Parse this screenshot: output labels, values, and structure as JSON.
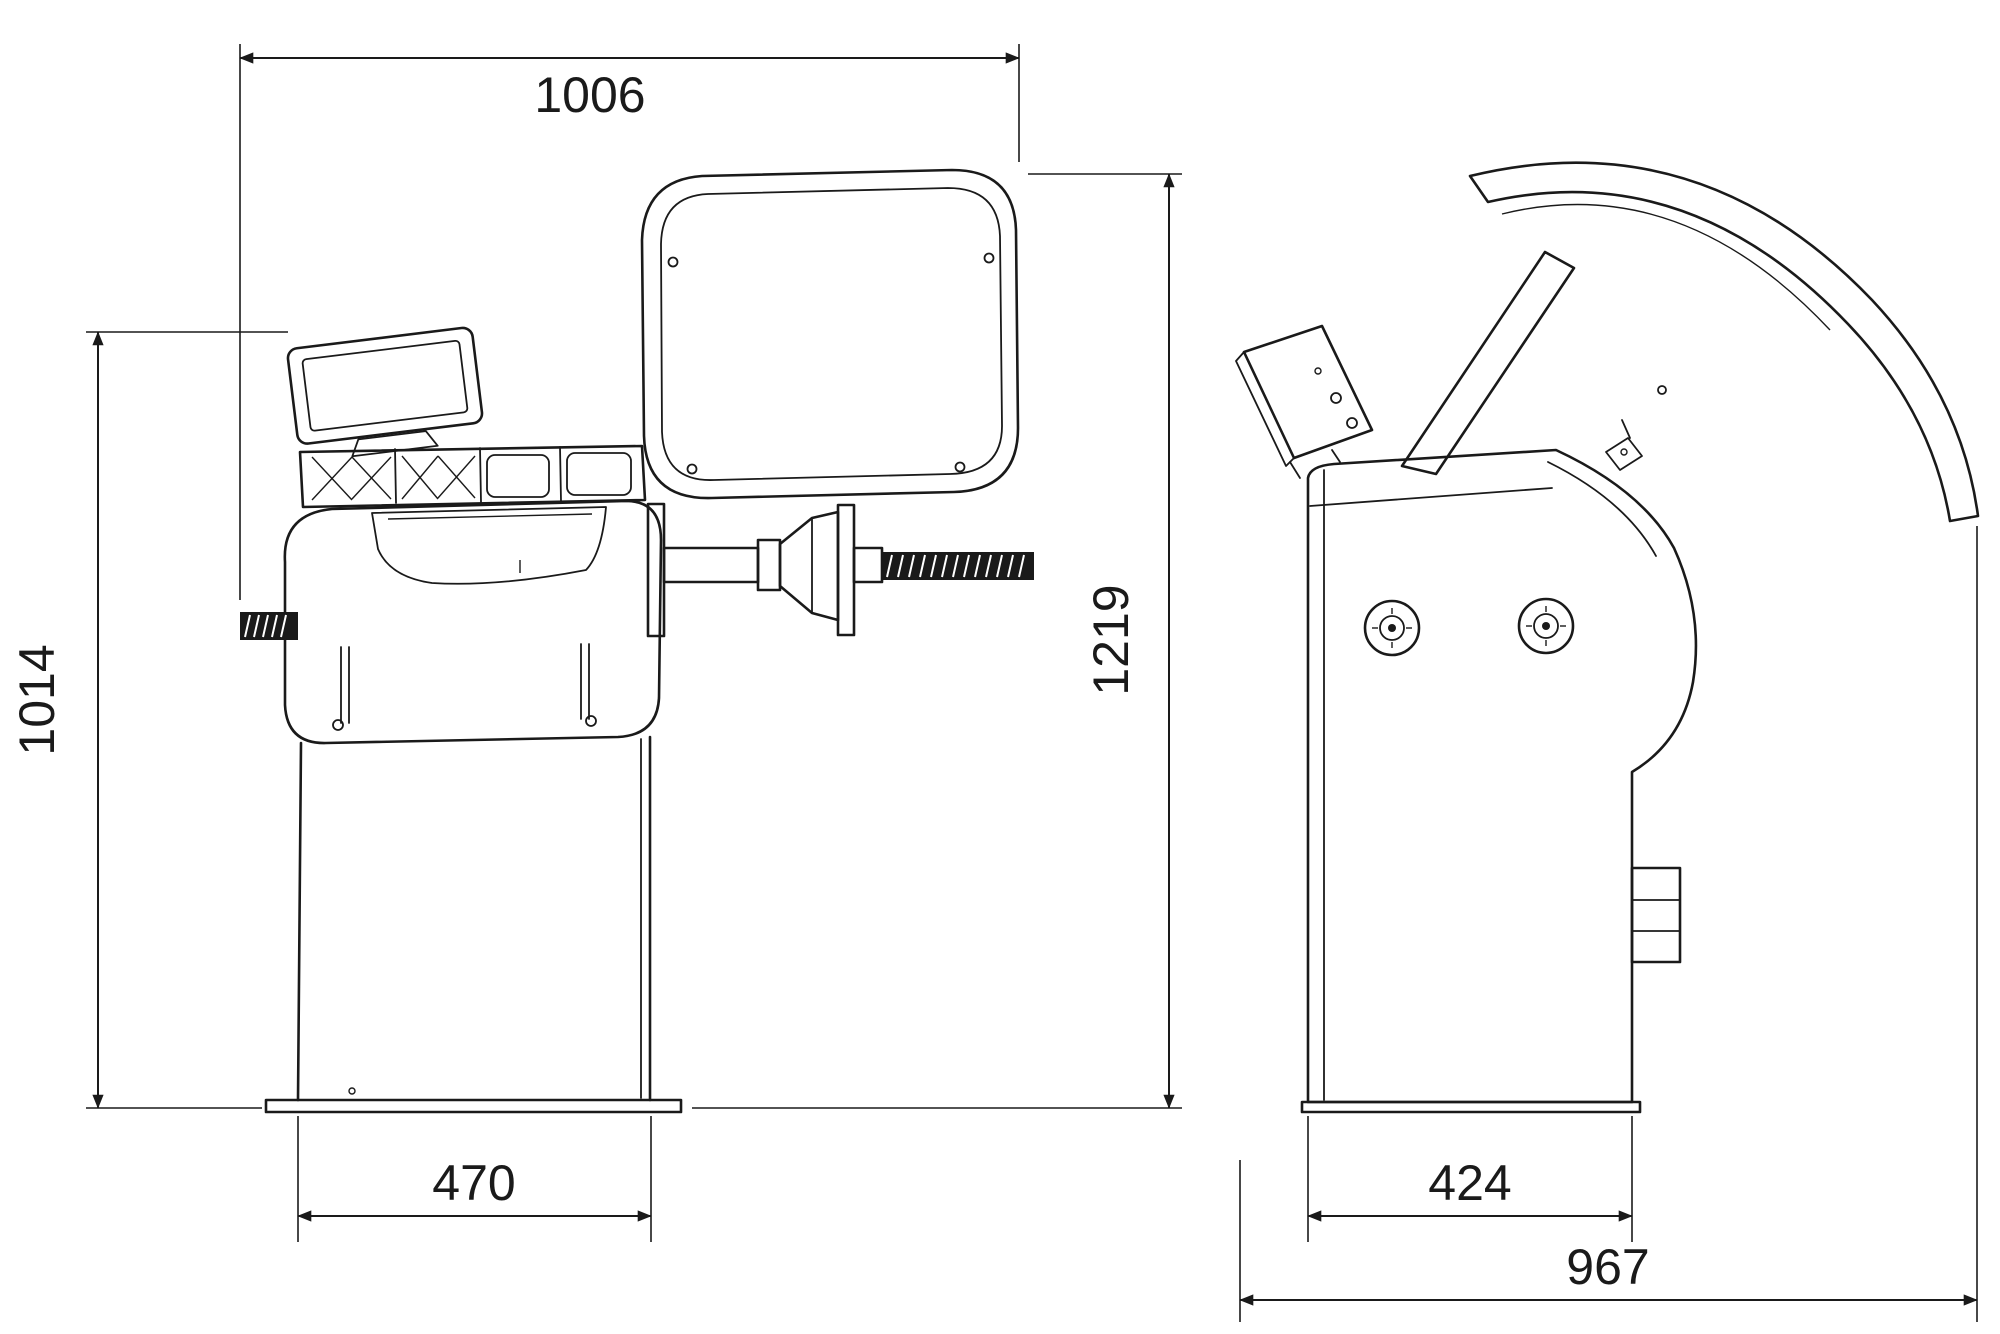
{
  "dimensions": {
    "overall_width": {
      "label": "1006"
    },
    "console_height": {
      "label": "1014"
    },
    "overall_height": {
      "label": "1219"
    },
    "front_base_width": {
      "label": "470"
    },
    "side_base_depth": {
      "label": "424"
    },
    "overall_depth": {
      "label": "967"
    }
  },
  "colors": {
    "line": "#1a1a1a",
    "background": "#ffffff"
  }
}
